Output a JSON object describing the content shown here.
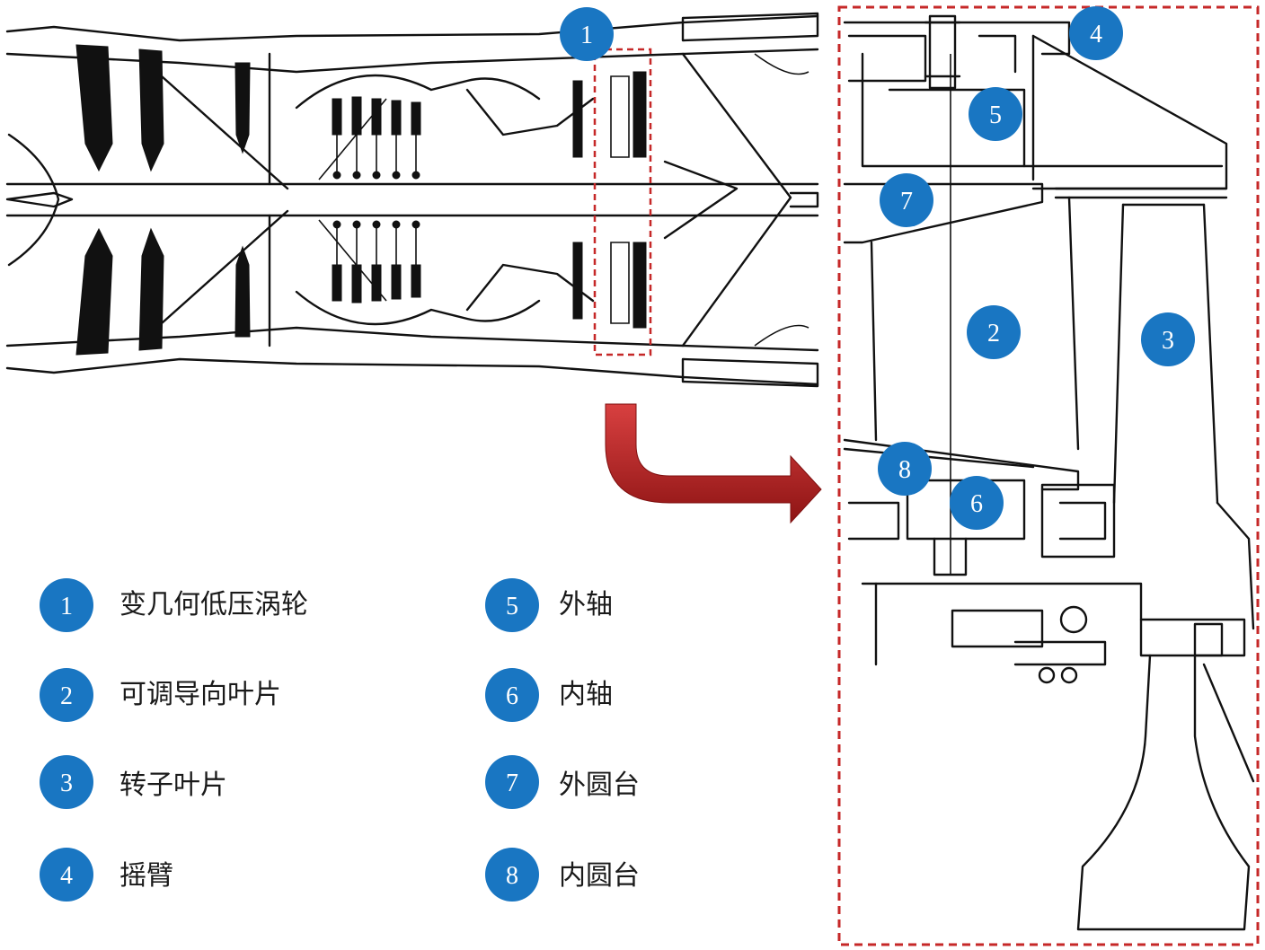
{
  "title": "",
  "colors": {
    "marker_fill": "#1976c2",
    "marker_text": "#ffffff",
    "zoom_box": "#c62828",
    "arrow": "#b71c1c",
    "drawing": "#111111"
  },
  "icons": {
    "arrow": "curved-arrow-right-icon"
  },
  "callouts": [
    "1",
    "2",
    "3",
    "4",
    "5",
    "6",
    "7",
    "8"
  ],
  "legend": [
    {
      "num": "1",
      "label": "变几何低压涡轮"
    },
    {
      "num": "2",
      "label": "可调导向叶片"
    },
    {
      "num": "3",
      "label": "转子叶片"
    },
    {
      "num": "4",
      "label": "摇臂"
    },
    {
      "num": "5",
      "label": "外轴"
    },
    {
      "num": "6",
      "label": "内轴"
    },
    {
      "num": "7",
      "label": "外圆台"
    },
    {
      "num": "8",
      "label": "内圆台"
    }
  ]
}
